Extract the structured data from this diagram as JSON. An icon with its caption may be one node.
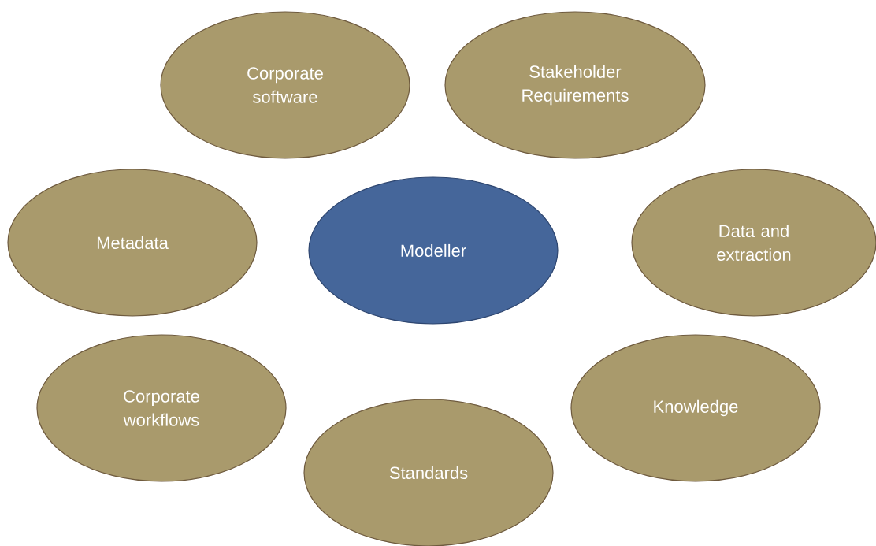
{
  "diagram": {
    "nodes": [
      {
        "text": [
          "Corporate software"
        ]
      },
      {
        "text": [
          "Stakeholder Requirements"
        ]
      },
      {
        "text": [
          "Metadata"
        ]
      },
      {
        "text": [
          "Modeller"
        ]
      },
      {
        "text": [
          "Data and extraction"
        ]
      },
      {
        "text": [
          "Corporate workflows"
        ]
      },
      {
        "text": [
          "Knowledge"
        ]
      },
      {
        "text": [
          "Standards"
        ]
      }
    ]
  }
}
